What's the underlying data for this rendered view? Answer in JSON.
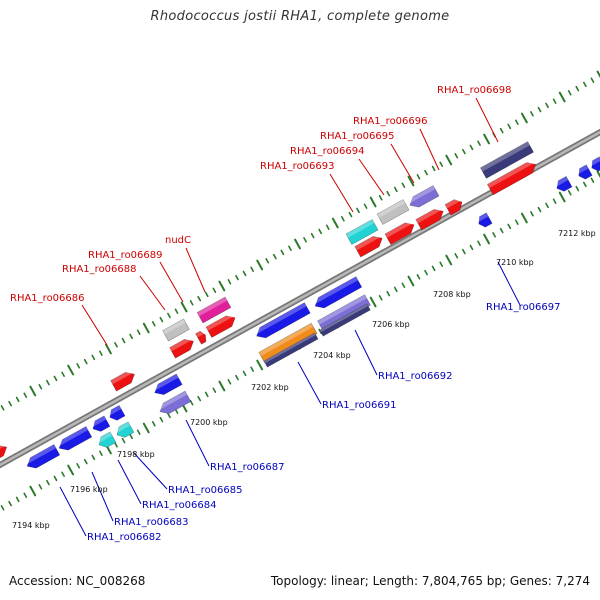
{
  "title": "Rhodococcus jostii RHA1, complete genome",
  "footer": {
    "accession": "Accession: NC_008268",
    "summary": "Topology: linear; Length: 7,804,765 bp; Genes: 7,274"
  },
  "colors": {
    "forward_gene": "#ee1111",
    "reverse_gene": "#1a1ae6",
    "grey_gene": "#c0c0c0",
    "cyan_gene": "#22d3d3",
    "pink_gene": "#e0209a",
    "lavender_gene": "#7b6fd6",
    "navy_gene": "#3a3a7a",
    "orange_gene": "#f08c1c",
    "forward_label": "#cc0000",
    "reverse_label": "#0000bb",
    "tick": "#2a7a2a",
    "backbone": "#888888"
  },
  "kbp_ticks": [
    "7194 kbp",
    "7196 kbp",
    "7198 kbp",
    "7200 kbp",
    "7202 kbp",
    "7204 kbp",
    "7206 kbp",
    "7208 kbp",
    "7210 kbp",
    "7212 kbp"
  ],
  "forward_labels": [
    "RHA1_ro06686",
    "RHA1_ro06688",
    "RHA1_ro06689",
    "nudC",
    "RHA1_ro06693",
    "RHA1_ro06694",
    "RHA1_ro06695",
    "RHA1_ro06696",
    "RHA1_ro06698"
  ],
  "reverse_labels": [
    "RHA1_ro06682",
    "RHA1_ro06683",
    "RHA1_ro06684",
    "RHA1_ro06685",
    "RHA1_ro06687",
    "RHA1_ro06691",
    "RHA1_ro06692",
    "RHA1_ro06697"
  ]
}
